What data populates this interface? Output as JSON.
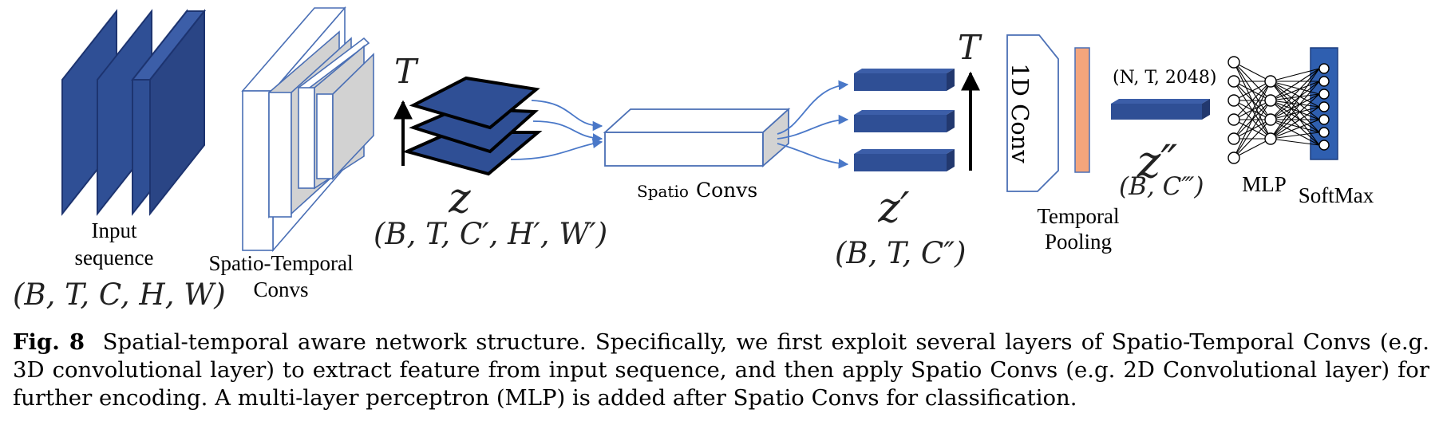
{
  "diagram": {
    "input": {
      "label_line1": "Input",
      "label_line2": "sequence",
      "shape": "(B, T, C, H, W)"
    },
    "st_convs": {
      "label_line1": "Spatio-Temporal",
      "label_line2": "Convs"
    },
    "z": {
      "axis": "T",
      "name": "z",
      "shape": "(B, T, C′, H′, W′)"
    },
    "spatio": {
      "label_small": "Spatio",
      "label_big": "Convs"
    },
    "z_prime": {
      "axis": "T",
      "name": "z′",
      "shape": "(B, T, C″)"
    },
    "conv1d": {
      "label": "1D Conv"
    },
    "pooling": {
      "label_line1": "Temporal",
      "label_line2": "Pooling"
    },
    "z_dprime": {
      "dims": "(N, T, 2048)",
      "name": "z″",
      "shape": "(B, C‴)"
    },
    "mlp": {
      "label": "MLP"
    },
    "softmax": {
      "label": "SoftMax"
    },
    "colors": {
      "feature_blue": "#2f4f95",
      "arrow_blue": "#4a78c8",
      "pool_orange": "#f4a57c",
      "softmax_blue": "#2f5fb0",
      "conv_gray": "#d2d2d2"
    }
  },
  "caption": {
    "fig_label": "Fig. 8",
    "text": "Spatial-temporal aware network structure. Specifically, we first exploit several layers of Spatio-Temporal Convs (e.g. 3D convolutional layer) to extract feature from input sequence, and then apply Spatio Convs (e.g. 2D Convolutional layer) for further encoding. A multi-layer perceptron (MLP) is added after Spatio Convs for classification."
  }
}
